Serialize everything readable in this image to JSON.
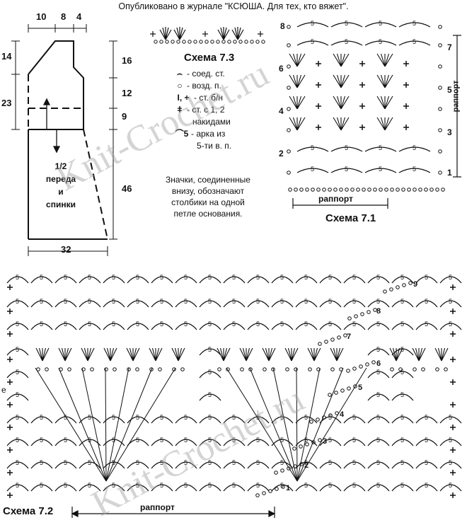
{
  "header": {
    "published": "Опубликовано в журнале \"КСЮША. Для тех, кто вяжет\"."
  },
  "pattern_dims": {
    "top": [
      "10",
      "8",
      "4"
    ],
    "left": [
      "14",
      "23"
    ],
    "right": [
      "16",
      "12",
      "9",
      "46"
    ],
    "bottom": "32",
    "center_label": [
      "1/2",
      "переда",
      "и",
      "спинки"
    ]
  },
  "legend": {
    "title": "Схема 7.3",
    "items": [
      {
        "symbol": "⌢",
        "text": "- соед. ст."
      },
      {
        "symbol": "○",
        "text": "- возд. п."
      },
      {
        "symbol": "Ι, +",
        "text": "- ст. б/н"
      },
      {
        "symbol": "ǂ",
        "text": "- ст. с 1, 2"
      },
      {
        "symbol": "",
        "text": "накидами"
      },
      {
        "symbol": "⌒5",
        "text": "- арка из"
      },
      {
        "symbol": "",
        "text": "5-ти в. п."
      }
    ],
    "note": [
      "Значки, соединенные",
      "внизу, обозначают",
      "столбики на одной",
      "петле основания."
    ]
  },
  "schema_71": {
    "label": "Схема 7.1",
    "rapport": "раппорт",
    "row_numbers_left": [
      "8",
      "6",
      "4",
      "2"
    ],
    "row_numbers_right": [
      "7",
      "5",
      "3",
      "1"
    ],
    "arc_label": "5"
  },
  "schema_72": {
    "label": "Схема 7.2",
    "rapport": "раппорт",
    "row_numbers": [
      "1",
      "2",
      "3",
      "4",
      "5",
      "6",
      "7",
      "8",
      "9"
    ],
    "side_letter": "е",
    "arc_label": "5"
  },
  "watermark": "Knit-Crochet.ru"
}
